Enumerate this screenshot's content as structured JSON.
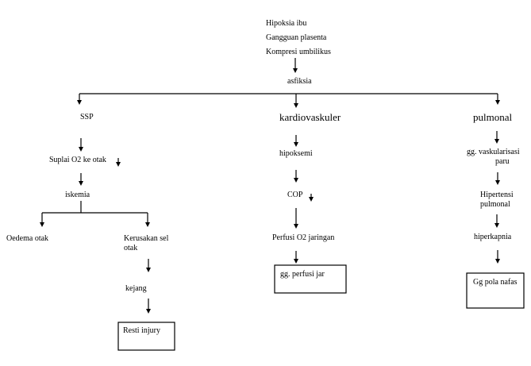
{
  "causes": [
    "Hipoksia ibu",
    "Gangguan plasenta",
    "Kompresi umbilikus"
  ],
  "center": "asfiksia",
  "branches": {
    "ssp": {
      "title": "SSP",
      "suplai": "Suplai O2 ke otak",
      "iskemia": "iskemia",
      "oedema": "Oedema otak",
      "kerusakan_line1": "Kerusakan sel",
      "kerusakan_line2": "otak",
      "kejang": "kejang",
      "result": "Resti injury"
    },
    "kardio": {
      "title": "kardiovaskuler",
      "hipoksemi": "hipoksemi",
      "cop": "COP",
      "perfusi": "Perfusi O2 jaringan",
      "result": "gg. perfusi jar"
    },
    "pulmonal": {
      "title": "pulmonal",
      "vask_line1": "gg. vaskularisasi",
      "vask_line2": "paru",
      "hipertensi_line1": "Hipertensi",
      "hipertensi_line2": "pulmonal",
      "hiperkapnia": "hiperkapnia",
      "result": "Gg pola nafas"
    }
  }
}
